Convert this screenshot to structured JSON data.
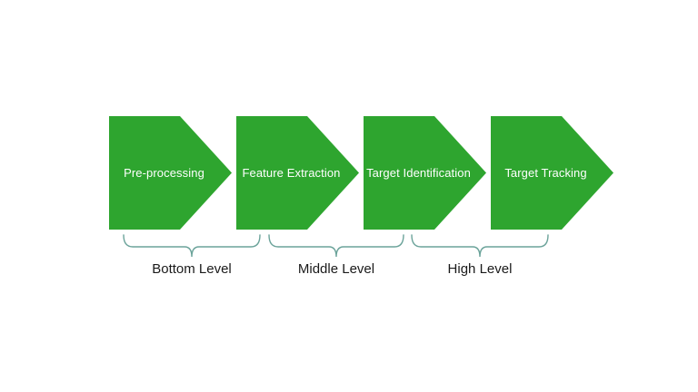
{
  "diagram": {
    "stages": [
      {
        "label": "Pre-processing"
      },
      {
        "label": "Feature Extraction"
      },
      {
        "label": "Target Identification"
      },
      {
        "label": "Target Tracking"
      }
    ],
    "levels": [
      {
        "label": "Bottom Level"
      },
      {
        "label": "Middle Level"
      },
      {
        "label": "High Level"
      }
    ],
    "colors": {
      "arrow_green": "#2ea52f",
      "arrow_text": "#ffffff",
      "brace": "#6ba39a",
      "label_text": "#1a1a1a",
      "background": "#ffffff"
    }
  }
}
